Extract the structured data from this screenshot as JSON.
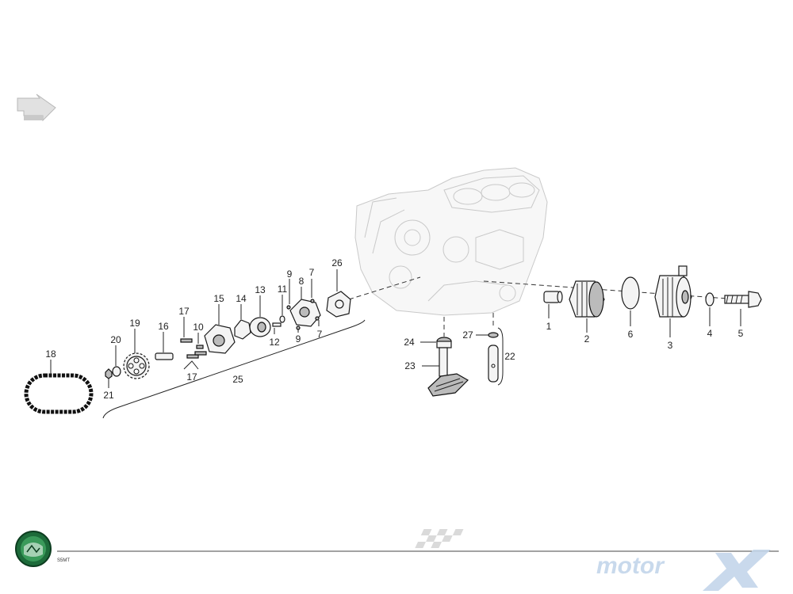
{
  "diagram": {
    "model_code": "S5MT",
    "brand_watermark": "motor",
    "callouts": {
      "p1": "1",
      "p2": "2",
      "p3": "3",
      "p4": "4",
      "p5": "5",
      "p6": "6",
      "p7a": "7",
      "p7b": "7",
      "p8": "8",
      "p9a": "9",
      "p9b": "9",
      "p10": "10",
      "p11": "11",
      "p12": "12",
      "p13": "13",
      "p14": "14",
      "p15": "15",
      "p16": "16",
      "p17a": "17",
      "p17b": "17",
      "p18": "18",
      "p19": "19",
      "p20": "20",
      "p21": "21",
      "p22": "22",
      "p23": "23",
      "p24": "24",
      "p25": "25",
      "p26": "26",
      "p27": "27"
    }
  },
  "icons": {
    "orientation_arrow": "direction-arrow-icon",
    "logo": "brand-logo-icon"
  }
}
